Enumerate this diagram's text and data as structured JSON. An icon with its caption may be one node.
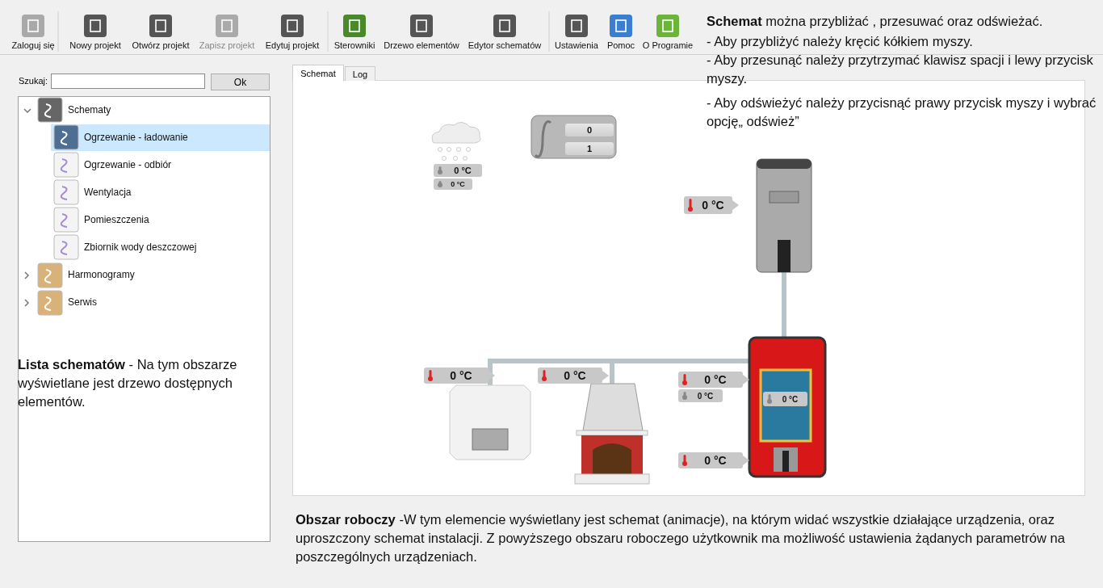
{
  "diagram": {
    "nodes": [
      {
        "text": [],
        "shape": "picture",
        "beside": [
          "0 °C"
        ]
      },
      {
        "text": [],
        "shape": "picture",
        "beside": [
          "0 °C"
        ]
      },
      {
        "text": [],
        "shape": "cylinder",
        "beside": [
          "0 °C"
        ]
      },
      {
        "text": [],
        "shape": "cylinder",
        "beside": [
          "0 °C",
          "0 °C",
          "0 °C"
        ]
      }
    ],
    "edges": [
      {
        "from": 0,
        "to": 3,
        "arrow": "none"
      },
      {
        "from": 1,
        "to": 3,
        "arrow": "none"
      },
      {
        "from": 2,
        "to": 3,
        "arrow": "none"
      }
    ],
    "labels": [
      "Zaloguj się",
      "Nowy projekt",
      "Otwórz projekt",
      "Zapisz projekt",
      "Edytuj projekt",
      "Sterowniki",
      "Drzewo elementów",
      "Edytor schematów",
      "Ustawienia",
      "Pomoc",
      "O Programie",
      "**Schemat** można przybliżać , przesuwać oraz odświeżać.",
      "- Aby przybliżyć należy kręcić kółkiem myszy.",
      "- Aby przesunąć należy przytrzymać klawisz spacji i lewy przycisk myszy.",
      "- Aby odświeżyć należy przycisnąć prawy przycisk myszy i wybrać opcję„ odśwież”",
      "Szukaj:",
      "Ok",
      "Schematy",
      "Ogrzewanie - ładowanie",
      "Ogrzewanie - odbiór",
      "Wentylacja",
      "Pomieszczenia",
      "Zbiornik wody deszczowej",
      "Harmonogramy",
      "Serwis",
      "Schemat",
      "Log",
      "0 °C",
      "0 °C",
      "0",
      "1",
      "0 °C",
      "**Lista schematów** - Na tym obszarze wyświetlane jest drzewo dostępnych elementów.",
      "**Obszar roboczy** -W tym elemencie wyświetlany jest schemat (animacje), na którym widać wszystkie działające urządzenia, oraz uproszczony schemat instalacji. Z powyższego obszaru roboczego użytkownik ma możliwość ustawienia żądanych parametrów na poszczególnych urządzeniach."
    ]
  }
}
